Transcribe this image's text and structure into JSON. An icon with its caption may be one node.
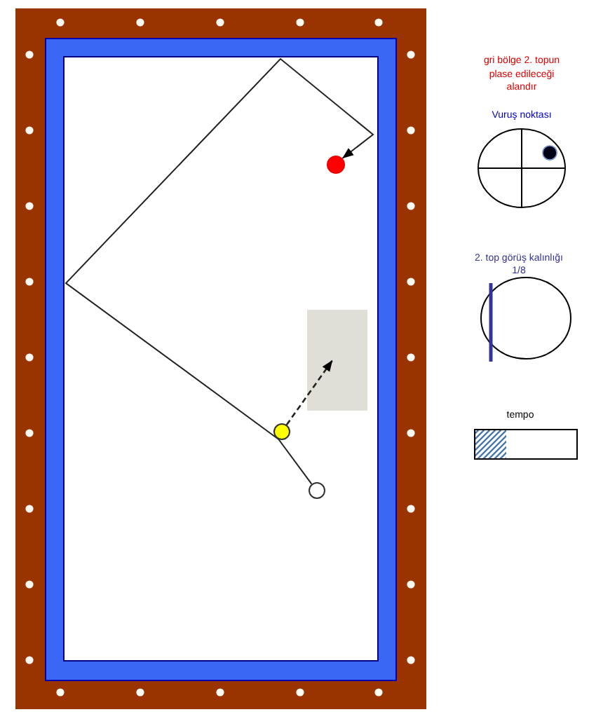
{
  "diagram": {
    "nodes": [
      {
        "text": [],
        "shape": "circle"
      },
      {
        "text": [],
        "shape": "box"
      },
      {
        "text": [],
        "shape": "circle"
      },
      {
        "text": [],
        "shape": "circle"
      }
    ],
    "edges": [
      {
        "from": 3,
        "to": 2,
        "arrow": "none"
      },
      {
        "from": 2,
        "to": 0,
        "arrow": "to"
      },
      {
        "from": 2,
        "to": 1,
        "arrow": "to",
        "style": "dashed"
      }
    ],
    "labels": [
      "gri bölge 2. topun plase edileceği alandır",
      "Vuruş noktası",
      "2. top görüş kalınlığı",
      "1/8",
      "tempo"
    ]
  }
}
